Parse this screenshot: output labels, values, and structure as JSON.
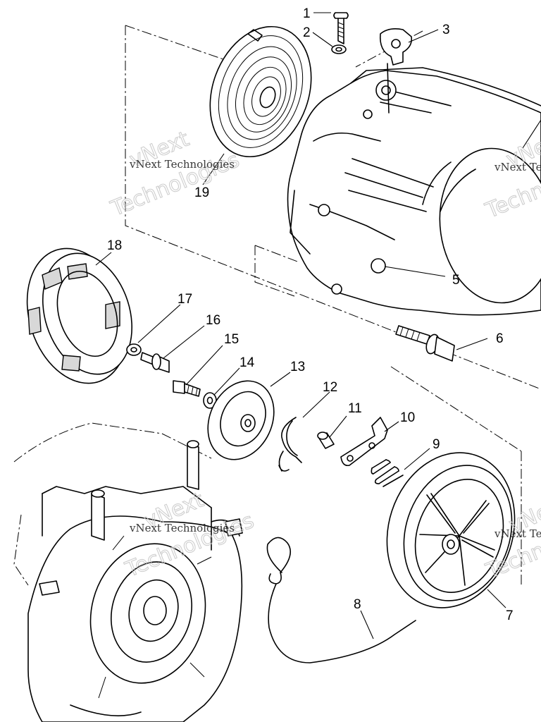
{
  "diagram": {
    "callouts": [
      {
        "id": "callout-1",
        "label": "1"
      },
      {
        "id": "callout-2",
        "label": "2"
      },
      {
        "id": "callout-3",
        "label": "3"
      },
      {
        "id": "callout-5",
        "label": "5"
      },
      {
        "id": "callout-6",
        "label": "6"
      },
      {
        "id": "callout-7",
        "label": "7"
      },
      {
        "id": "callout-8",
        "label": "8"
      },
      {
        "id": "callout-9",
        "label": "9"
      },
      {
        "id": "callout-10",
        "label": "10"
      },
      {
        "id": "callout-11",
        "label": "11"
      },
      {
        "id": "callout-12",
        "label": "12"
      },
      {
        "id": "callout-13",
        "label": "13"
      },
      {
        "id": "callout-14",
        "label": "14"
      },
      {
        "id": "callout-15",
        "label": "15"
      },
      {
        "id": "callout-16",
        "label": "16"
      },
      {
        "id": "callout-17",
        "label": "17"
      },
      {
        "id": "callout-18",
        "label": "18"
      },
      {
        "id": "callout-19",
        "label": "19"
      }
    ]
  },
  "watermark": {
    "text": "vNext Technologies",
    "ghost_line1": "vNext",
    "ghost_line2": "Technologies"
  }
}
